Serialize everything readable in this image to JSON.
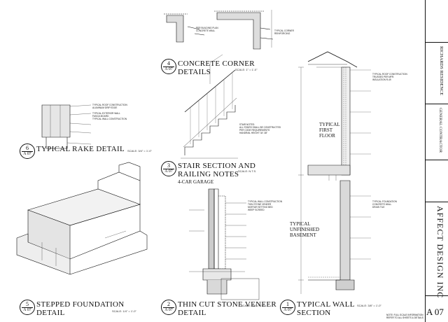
{
  "details": [
    {
      "number": "4",
      "sheet": "A 07",
      "title_line1": "CONCRETE CORNER",
      "title_line2": "DETAILS",
      "scale": "SCALE: 1\" = 1'-0\""
    },
    {
      "number": "6",
      "sheet": "A 07",
      "title_line1": "TYPICAL RAKE DETAIL",
      "title_line2": "",
      "scale": "SCALE: 3/4\" = 1'-0\""
    },
    {
      "number": "3",
      "sheet": "A 07",
      "title_line1": "STAIR SECTION AND",
      "title_line2": "RAILING NOTES",
      "scale": "SCALE: N.T.S."
    },
    {
      "number": "5",
      "sheet": "A 07",
      "title_line1": "STEPPED FOUNDATION",
      "title_line2": "DETAIL",
      "scale": "SCALE: 1/4\" = 1'-0\""
    },
    {
      "number": "2",
      "sheet": "A 07",
      "title_line1": "THIN CUT STONE VENEER",
      "title_line2": "DETAIL",
      "scale": "SCALE: 3/4\" = 1'-0\""
    },
    {
      "number": "1",
      "sheet": "A 07",
      "title_line1": "TYPICAL WALL",
      "title_line2": "SECTION",
      "scale": "SCALE: 3/8\" = 1'-0\""
    }
  ],
  "labels": {
    "garage": "4-CAR GARAGE",
    "first_floor_1": "TYPICAL",
    "first_floor_2": "FIRST",
    "first_floor_3": "FLOOR",
    "basement_1": "TYPICAL",
    "basement_2": "UNFINISHED",
    "basement_3": "BASEMENT"
  },
  "title_block": {
    "project": "RICHARDS RESIDENCE",
    "contractor": "GENERAL CONTRACTOR",
    "firm": "AFFECT DESIGN INC",
    "sheet_number": "A 07"
  },
  "bottom_note": {
    "line1": "NOTE: FULL SCALE INFORMATION",
    "line2": "REFER TO ALL SHEETS & DETAILS"
  }
}
